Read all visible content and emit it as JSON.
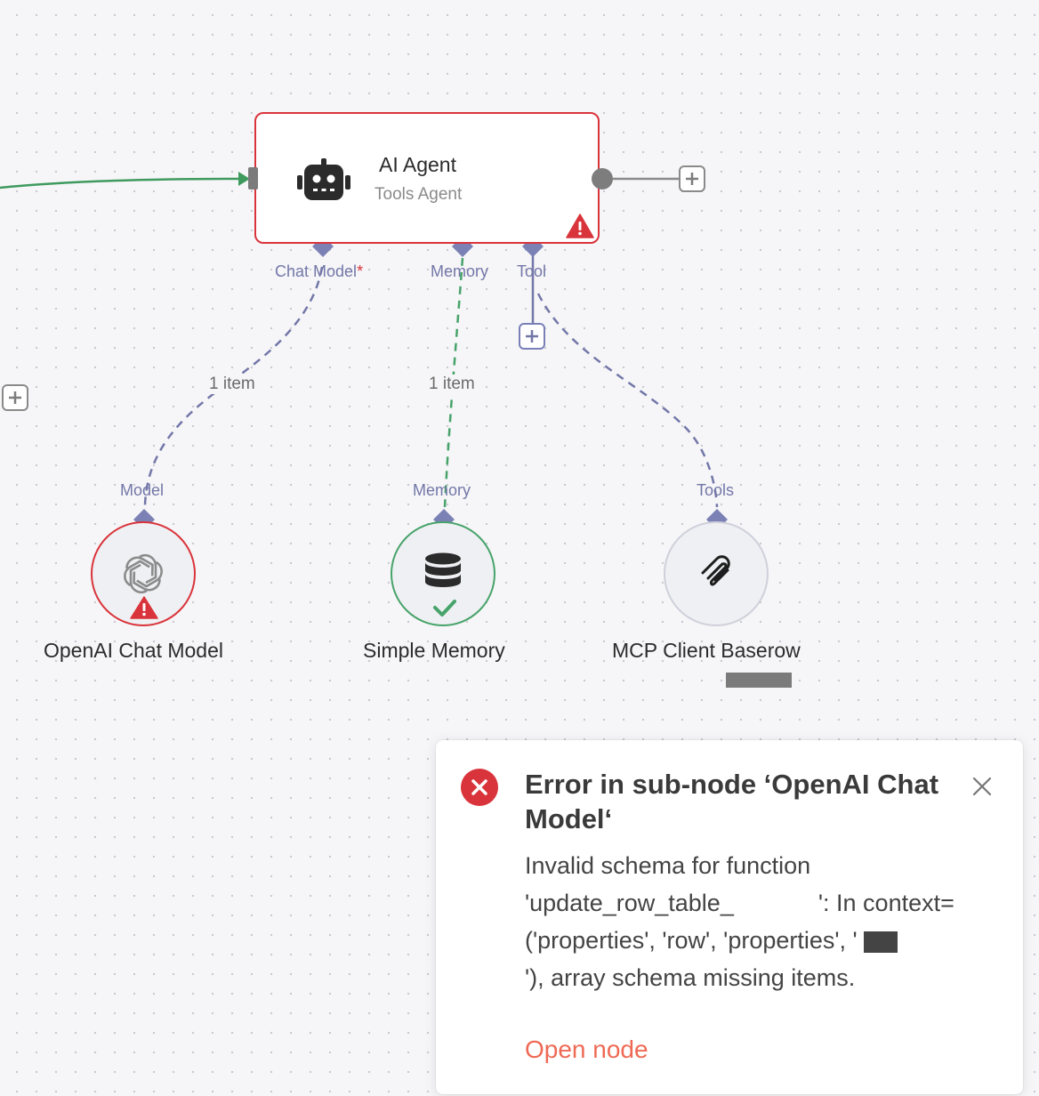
{
  "agent_node": {
    "title": "AI Agent",
    "subtitle": "Tools Agent",
    "ports": {
      "chat_model": "Chat Model",
      "chat_model_required_mark": "*",
      "memory": "Memory",
      "tool": "Tool"
    }
  },
  "edges": {
    "model_items": "1 item",
    "memory_items": "1 item"
  },
  "sub_nodes": [
    {
      "name": "OpenAI Chat Model",
      "port": "Model",
      "status": "error",
      "icon": "openai-icon"
    },
    {
      "name": "Simple Memory",
      "port": "Memory",
      "status": "success",
      "icon": "database-icon"
    },
    {
      "name": "MCP Client Baserow",
      "port": "Tools",
      "status": "idle",
      "icon": "mcp-icon"
    }
  ],
  "toast": {
    "title": "Error in sub-node ‘OpenAI Chat Model‘",
    "message_part1": "Invalid schema for function 'update_row_table_",
    "message_part2": "': In context=('properties', 'row', 'properties', '",
    "message_part3": "'), array schema missing items.",
    "link": "Open node"
  },
  "colors": {
    "error": "#d9343b",
    "success": "#47a36a",
    "port": "#7377a8",
    "main_connection": "#3f9a5e",
    "link": "#ee6a55"
  }
}
